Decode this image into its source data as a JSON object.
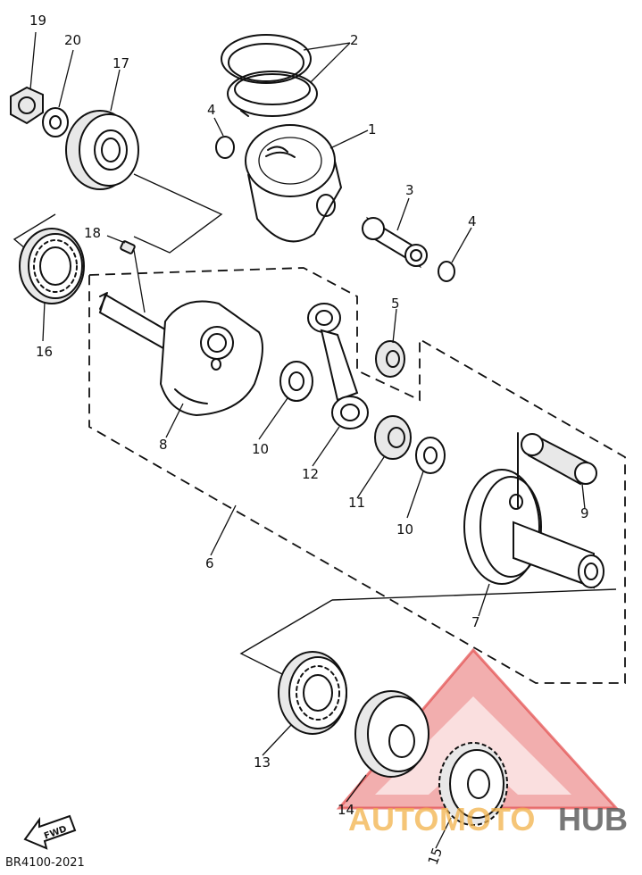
{
  "diagram_code": "BR4100-2021",
  "forward_label": "FWD",
  "watermark": {
    "part1": "AUTO",
    "part2": "MOTO",
    "part3": "HUB",
    "color_red": "#e34b4b",
    "color_orange": "#f2b24a",
    "color_gray": "#555555"
  },
  "callouts": [
    {
      "id": "c1",
      "label": "1"
    },
    {
      "id": "c2",
      "label": "2"
    },
    {
      "id": "c3",
      "label": "3"
    },
    {
      "id": "c4a",
      "label": "4"
    },
    {
      "id": "c4b",
      "label": "4"
    },
    {
      "id": "c5",
      "label": "5"
    },
    {
      "id": "c6",
      "label": "6"
    },
    {
      "id": "c7",
      "label": "7"
    },
    {
      "id": "c8",
      "label": "8"
    },
    {
      "id": "c9",
      "label": "9"
    },
    {
      "id": "c10a",
      "label": "10"
    },
    {
      "id": "c10b",
      "label": "10"
    },
    {
      "id": "c11",
      "label": "11"
    },
    {
      "id": "c12",
      "label": "12"
    },
    {
      "id": "c13",
      "label": "13"
    },
    {
      "id": "c14",
      "label": "14"
    },
    {
      "id": "c15",
      "label": "15"
    },
    {
      "id": "c16",
      "label": "16"
    },
    {
      "id": "c17",
      "label": "17"
    },
    {
      "id": "c18",
      "label": "18"
    },
    {
      "id": "c19",
      "label": "19"
    },
    {
      "id": "c20",
      "label": "20"
    }
  ]
}
